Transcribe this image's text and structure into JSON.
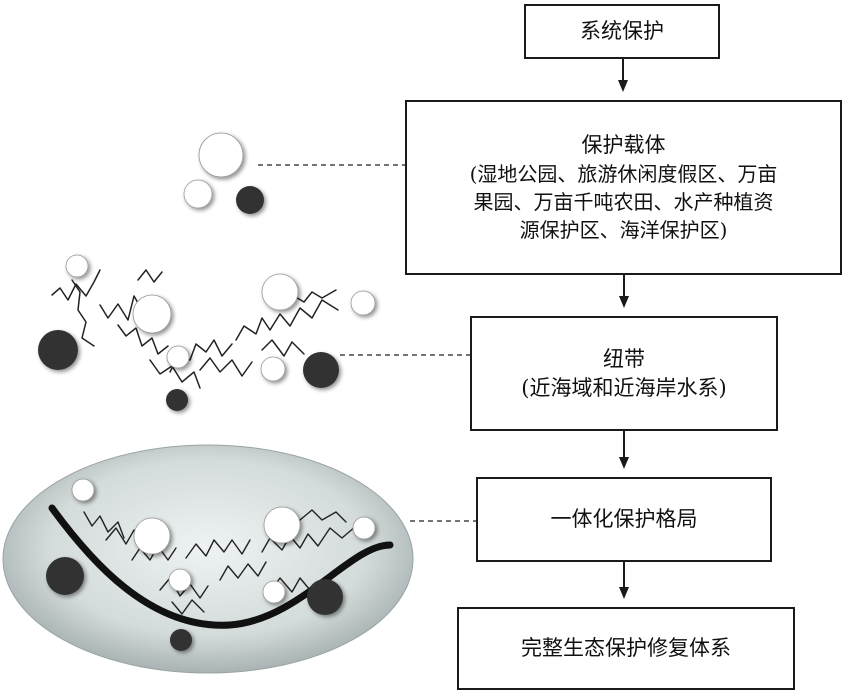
{
  "boxes": {
    "system_protection": "系统保护",
    "carrier_title": "保护载体",
    "carrier_detail_1": "(湿地公园、旅游休闲度假区、万亩",
    "carrier_detail_2": "果园、万亩千吨农田、水产种植资",
    "carrier_detail_3": "源保护区、海洋保护区)",
    "ribbon_title": "纽带",
    "ribbon_detail": "(近海域和近海岸水系)",
    "integrated_pattern": "一体化保护格局",
    "restoration_system": "完整生态保护修复体系"
  },
  "colors": {
    "line": "#1a1a1a",
    "dark_circle": "#333333",
    "light_circle": "#ffffff",
    "ellipse_center": "#eef2f2",
    "ellipse_edge": "#a9b3b3"
  },
  "icons": {
    "carrier_cluster": "circles-icon",
    "ribbon_network": "network-icon",
    "pattern_ellipse": "integrated-network-icon"
  }
}
